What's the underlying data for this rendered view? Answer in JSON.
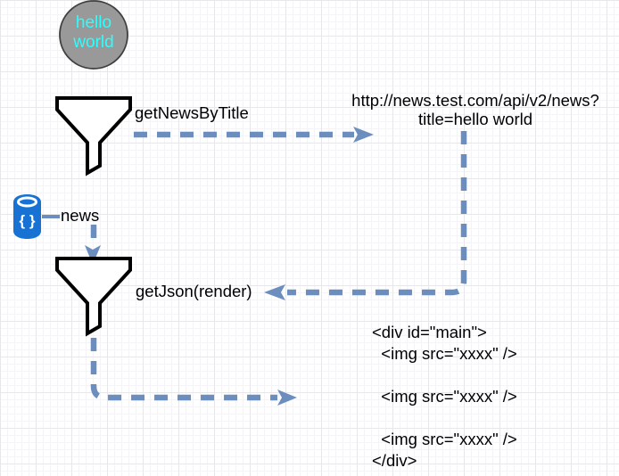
{
  "colors": {
    "connector_blue": "#6c8ebf",
    "database_blue": "#1872d3",
    "circle_fill_gray": "#999999",
    "circle_text_cyan": "#2bffff",
    "shape_stroke": "#000000",
    "grid_major": "#e7e7ea",
    "grid_minor": "#f4f4f6"
  },
  "nodes": {
    "hello_circle": {
      "line1": "hello",
      "line2": "world"
    },
    "filter1": {
      "label": "getNewsByTitle"
    },
    "request_url": {
      "line1": "http://news.test.com/api/v2/news?",
      "line2": "title=hello world"
    },
    "database": {
      "glyph": "{ }",
      "label": "news"
    },
    "filter2": {
      "label": "getJson(render)"
    },
    "rendered_html": {
      "lines": [
        "<div id=\"main\">",
        "  <img src=\"xxxx\" />",
        "",
        "  <img src=\"xxxx\" />",
        "",
        "  <img src=\"xxxx\" />",
        "</div>"
      ]
    }
  }
}
